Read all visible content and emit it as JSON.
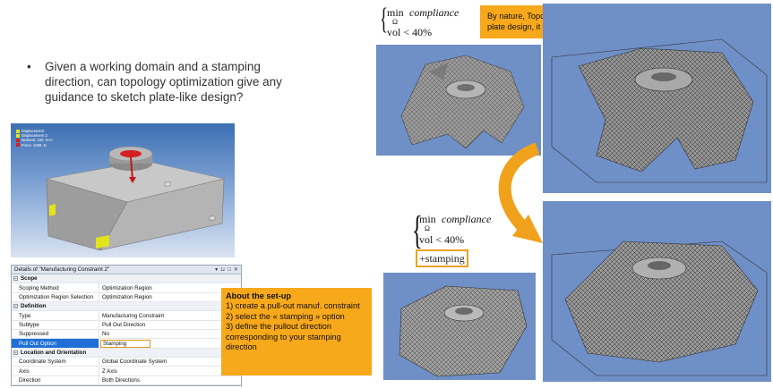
{
  "bullet": {
    "dot": "•",
    "text": "Given a working domain and a stamping direction, can topology optimization give any guidance to sketch plate-like design?"
  },
  "sim_legend": [
    "Displacement",
    "Displacement 2",
    "Moment: 100. N·m",
    "Force: 1000. N"
  ],
  "details": {
    "title": "Details of \"Manufacturing Constraint 2\"",
    "controls": [
      "▾",
      "⊔",
      "□",
      "✕"
    ],
    "rows": [
      {
        "type": "section",
        "key": "Scope"
      },
      {
        "type": "row",
        "key": "Scoping Method",
        "value": "Optimization Region"
      },
      {
        "type": "row",
        "key": "Optimization Region Selection",
        "value": "Optimization Region"
      },
      {
        "type": "section",
        "key": "Definition"
      },
      {
        "type": "row",
        "key": "Type",
        "value": "Manufacturing Constraint"
      },
      {
        "type": "row",
        "key": "Subtype",
        "value": "Pull Out Direction"
      },
      {
        "type": "row",
        "key": "Suppressed",
        "value": "No"
      },
      {
        "type": "row",
        "key": "Pull Out Option",
        "value": "Stamping"
      },
      {
        "type": "section",
        "key": "Location and Orientation"
      },
      {
        "type": "row",
        "key": "Coordinate System",
        "value": "Global Coordinate System"
      },
      {
        "type": "row",
        "key": "Axis",
        "value": "Z Axis"
      },
      {
        "type": "row",
        "key": "Direction",
        "value": "Both Directions"
      }
    ]
  },
  "about": {
    "title": "About the set-up",
    "lines": [
      "1) create a pull-out manuf. constraint",
      "2) select the « stamping » option",
      "3) define the pullout direction corresponding to your stamping direction"
    ]
  },
  "formula_top": {
    "min": "min",
    "sub": "Ω",
    "objective": "compliance",
    "constraint": "vol < 40%"
  },
  "formula_bottom": {
    "min": "min",
    "sub": "Ω",
    "objective": "compliance",
    "constraint": "vol < 40%",
    "extra": "+stamping"
  },
  "callout": "By nature, Topology Optimization is not capable to deliver plate design, it rather favors massive design.",
  "colors": {
    "orange": "#f7a81b",
    "render_bg": "#6f8fc7",
    "mesh_gray": "#8d8d8d",
    "arrow": "#f0a21c",
    "selection_blue": "#1f6fd6"
  }
}
